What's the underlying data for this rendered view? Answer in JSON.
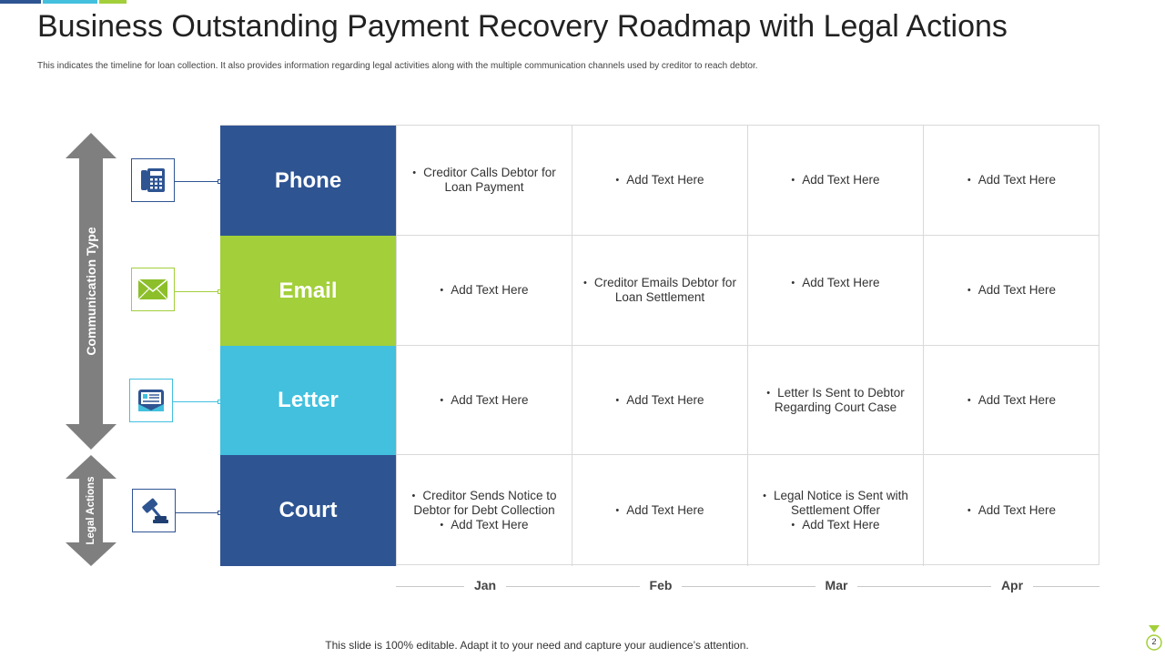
{
  "title": "Business Outstanding Payment Recovery Roadmap with Legal Actions",
  "subtitle": "This indicates the timeline  for loan collection. It also provides information regarding legal activities along with the multiple  communication  channels used by creditor to reach debtor.",
  "arrows": {
    "communication": "Communication Type",
    "legal": "Legal Actions"
  },
  "rows": [
    {
      "label": "Phone",
      "color": "#2e5492",
      "icon": "telephone-icon",
      "cells": [
        [
          "Creditor Calls Debtor for Loan Payment"
        ],
        [
          "Add Text Here"
        ],
        [
          "Add Text Here"
        ],
        [
          "Add Text Here"
        ]
      ]
    },
    {
      "label": "Email",
      "color": "#a2cf3a",
      "icon": "envelope-icon",
      "cells": [
        [
          "Add Text Here"
        ],
        [
          "Creditor Emails Debtor for Loan Settlement"
        ],
        [
          "Add Text Here"
        ],
        [
          "Add Text Here"
        ]
      ]
    },
    {
      "label": "Letter",
      "color": "#42c0de",
      "icon": "letter-icon",
      "cells": [
        [
          "Add Text Here"
        ],
        [
          "Add Text Here"
        ],
        [
          "Letter Is Sent to Debtor Regarding Court Case"
        ],
        [
          "Add Text Here"
        ]
      ]
    },
    {
      "label": "Court",
      "color": "#2e5492",
      "icon": "gavel-icon",
      "cells": [
        [
          "Creditor Sends Notice to Debtor for Debt Collection",
          "Add Text Here"
        ],
        [
          "Add Text Here"
        ],
        [
          "Legal Notice is Sent with Settlement Offer",
          "Add Text Here"
        ],
        [
          "Add Text Here"
        ]
      ]
    }
  ],
  "months": [
    "Jan",
    "Feb",
    "Mar",
    "Apr"
  ],
  "footer": "This slide is 100% editable. Adapt it to your need and capture your audience’s attention.",
  "page_number": "2"
}
